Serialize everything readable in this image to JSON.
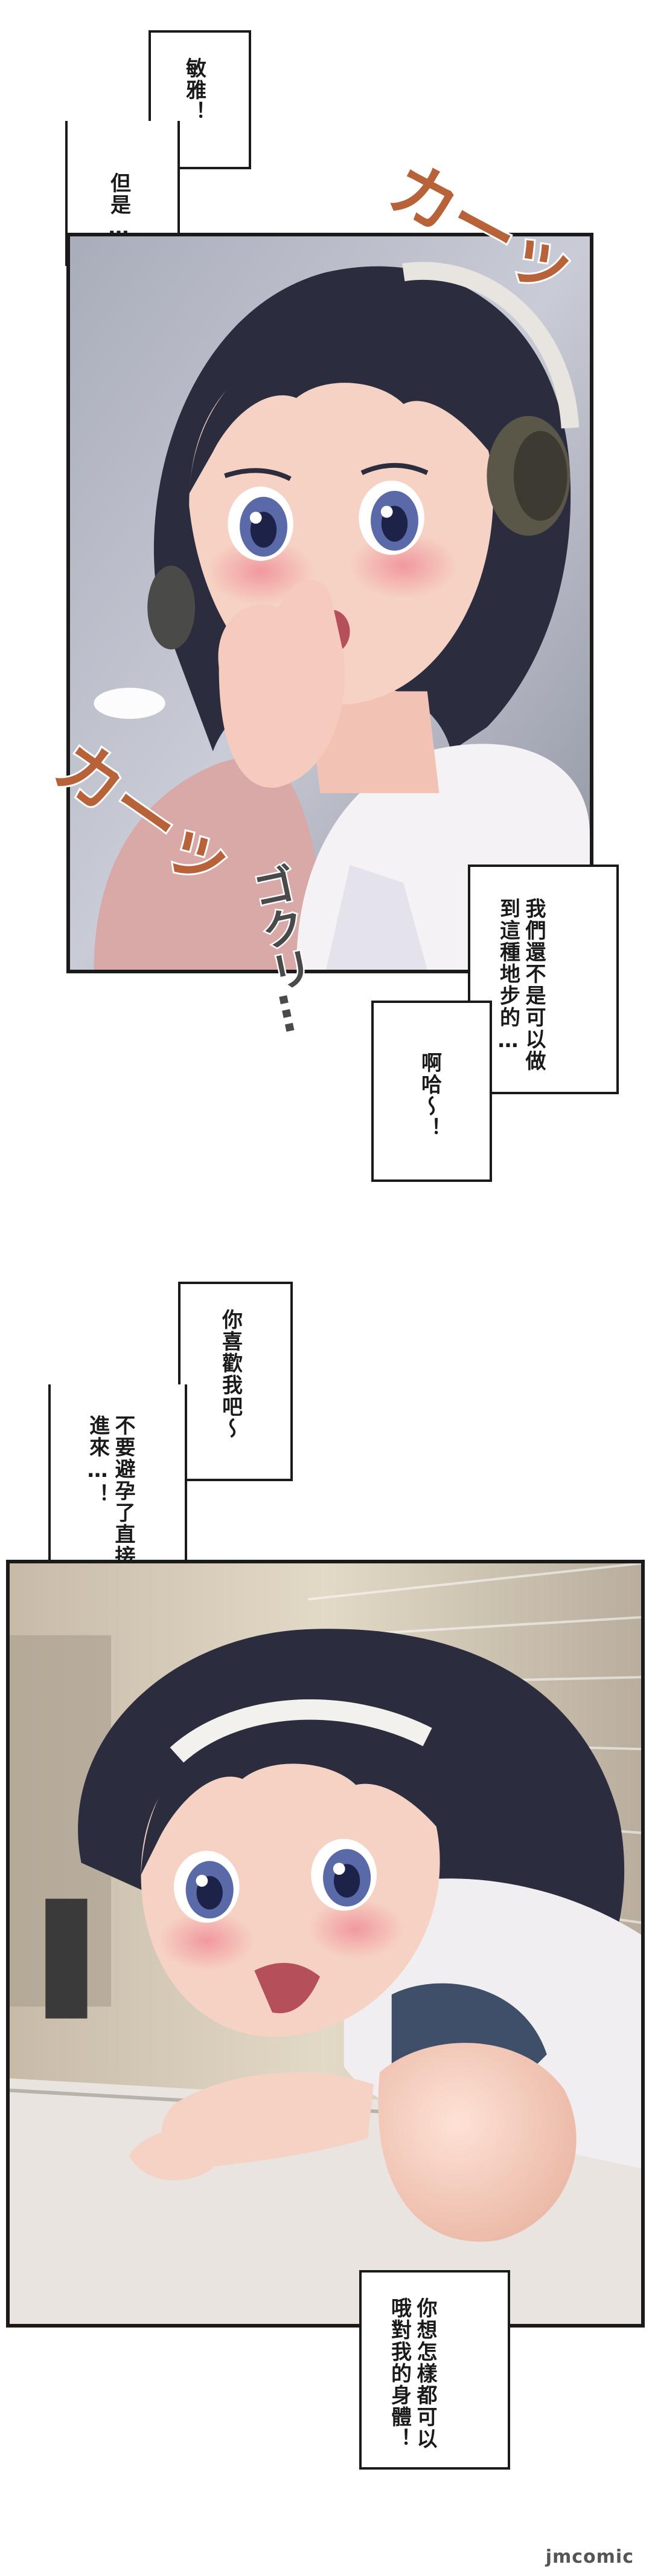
{
  "bubbles": {
    "top_1": "敏雅！",
    "top_2": "但是…",
    "mid_1": "我們還不是可以做到這種地步的…",
    "mid_2": "啊哈～！",
    "low_1": "你喜歡我吧～",
    "low_2": "不要避孕了直接射進來…！",
    "bottom_1": "你想怎樣都可以哦對我的身體！"
  },
  "sfx": {
    "blush_1": "カーッ",
    "blush_2": "カーッ",
    "gulp": "ゴクリ…"
  },
  "watermark": "jmcomic",
  "colors": {
    "panel_border": "#1a1a1a",
    "hair": "#2b2d3e",
    "skin": "#f6d2c4",
    "hoodie_pink": "#d9a9a8",
    "hoodie_white": "#f4f2f5",
    "sfx": "#b8623a"
  }
}
